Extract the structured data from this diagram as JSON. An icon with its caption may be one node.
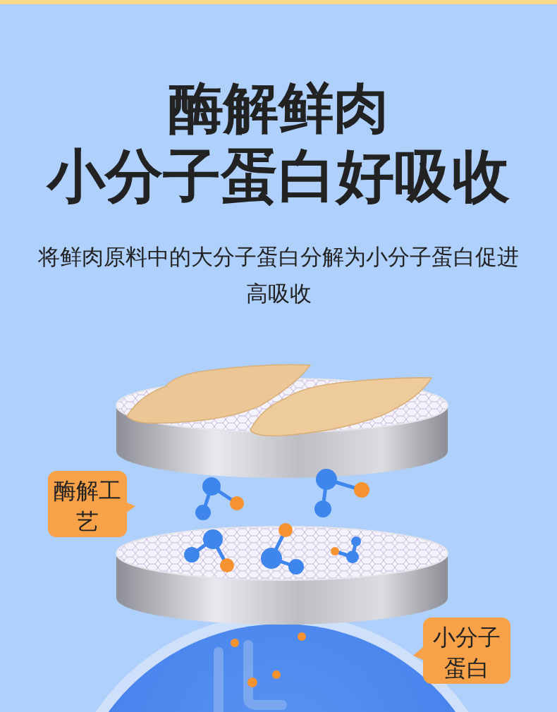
{
  "diagram": {
    "title": "酶解鲜肉",
    "nodes": [
      {
        "text": [
          "酶解工艺"
        ]
      },
      {
        "text": [
          "小分子蛋白"
        ]
      }
    ],
    "labels": [
      "小分子蛋白好吸收",
      "将鲜肉原料中的大分子蛋白分解为小分子蛋白促进高吸收"
    ]
  }
}
